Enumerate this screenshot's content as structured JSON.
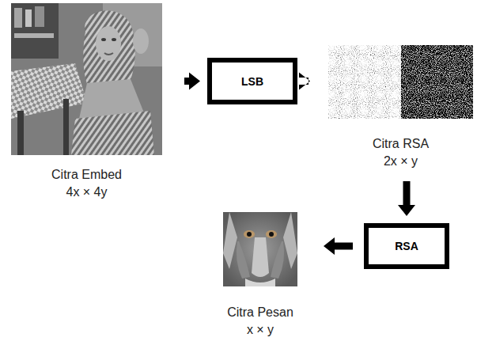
{
  "diagram": {
    "nodes": [
      {
        "text": [
          "Citra Embed",
          "4x × 4y"
        ]
      },
      {
        "text": [
          "LSB"
        ]
      },
      {
        "text": [
          "Citra RSA",
          "2x × y"
        ]
      },
      {
        "text": [
          "RSA"
        ]
      },
      {
        "text": [
          "Citra Pesan",
          "x × y"
        ]
      }
    ],
    "edges": [
      {
        "from": 0,
        "to": 1,
        "arrow": "to"
      },
      {
        "from": 1,
        "to": 2,
        "arrow": "to"
      },
      {
        "from": 2,
        "to": 3,
        "arrow": "to"
      },
      {
        "from": 3,
        "to": 4,
        "arrow": "to"
      }
    ]
  }
}
